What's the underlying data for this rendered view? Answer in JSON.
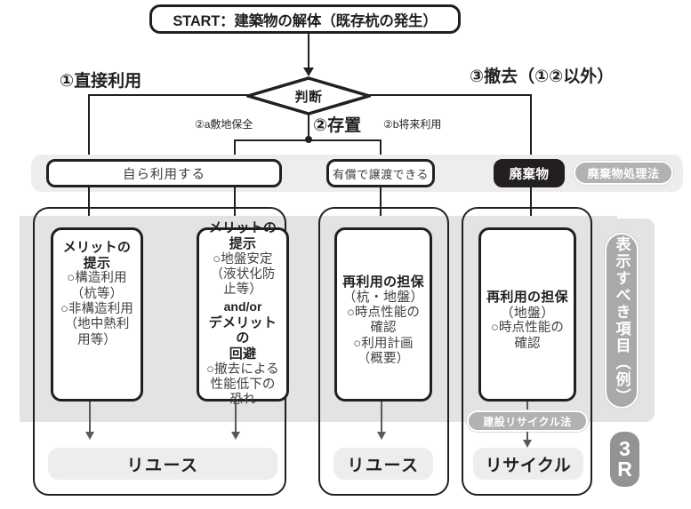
{
  "start": {
    "label": "START：建築物の解体（既存杭の発生）"
  },
  "decision": {
    "label": "判断"
  },
  "branches": {
    "direct_use": "①直接利用",
    "leave_in_place": "②存置",
    "removal": "③撤去（①②以外）",
    "sub_a": "②a敷地保全",
    "sub_b": "②b将来利用"
  },
  "states": [
    {
      "name": "self-use",
      "label": "自ら利用する"
    },
    {
      "name": "paid-transfer",
      "label": "有償で譲渡できる"
    },
    {
      "name": "waste",
      "label": "廃棄物"
    }
  ],
  "laws": {
    "waste_law": "廃棄物処理法",
    "construction_recycle_law": "建設リサイクル法"
  },
  "cards": [
    {
      "name": "merit-structural",
      "title": "メリットの",
      "title2": "提示",
      "lines": [
        "○構造利用",
        "（杭等）",
        "○非構造利用",
        "（地中熱利",
        "用等）"
      ]
    },
    {
      "name": "merit-ground",
      "title": "メリットの",
      "title2": "提示",
      "lines": [
        "○地盤安定",
        "（液状化防",
        "止等）"
      ],
      "andor": "and/or",
      "title3": "デメリットの",
      "title4": "回避",
      "lines2": [
        "○撤去による",
        "性能低下の",
        "恐れ"
      ]
    },
    {
      "name": "reuse-assurance-pile-ground",
      "title": "再利用の担保",
      "title2": "（杭・地盤）",
      "lines": [
        "○時点性能の",
        "確認",
        "○利用計画",
        "（概要）"
      ]
    },
    {
      "name": "reuse-assurance-ground",
      "title": "再利用の担保",
      "title2": "（地盤）",
      "lines": [
        "○時点性能の",
        "確認"
      ]
    }
  ],
  "outcomes": [
    {
      "name": "reuse-left",
      "label": "リユース"
    },
    {
      "name": "reuse-middle",
      "label": "リユース"
    },
    {
      "name": "recycle-right",
      "label": "リサイクル"
    }
  ],
  "side": {
    "vertical_label": "表示すべき項目（例）",
    "rrr_top": "3",
    "rrr_bottom": "R"
  },
  "colors": {
    "ink": "#231f20",
    "band": "#eceded",
    "band_lower": "#e2e3e4",
    "pill_gray": "#b0b2b4",
    "outcome_border": "#9c9ea0",
    "side_pill": "#a7a9ab",
    "rrr": "#919395"
  }
}
